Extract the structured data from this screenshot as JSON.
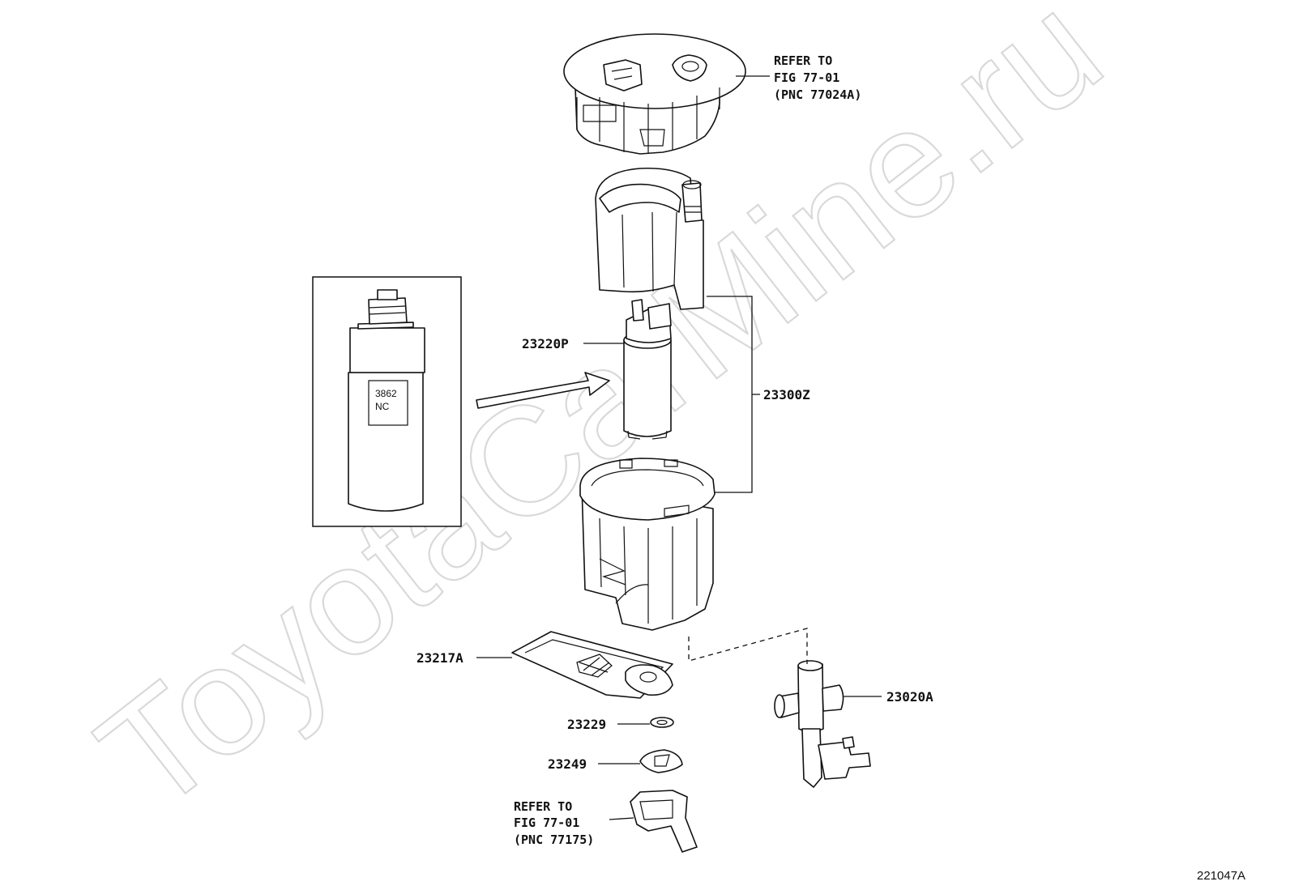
{
  "watermark": "ToyotaCarMine.ru",
  "figure_code": "221047A",
  "callouts": {
    "refer_top": [
      "REFER TO",
      "FIG 77-01",
      "(PNC 77024A)"
    ],
    "refer_bottom": [
      "REFER TO",
      "FIG 77-01",
      "(PNC 77175)"
    ],
    "pump": "23220P",
    "assembly": "23300Z",
    "filter": "23217A",
    "washer": "23229",
    "clip": "23249",
    "valve": "23020A"
  },
  "inset": {
    "tag_line1": "3862",
    "tag_line2": "NC"
  }
}
